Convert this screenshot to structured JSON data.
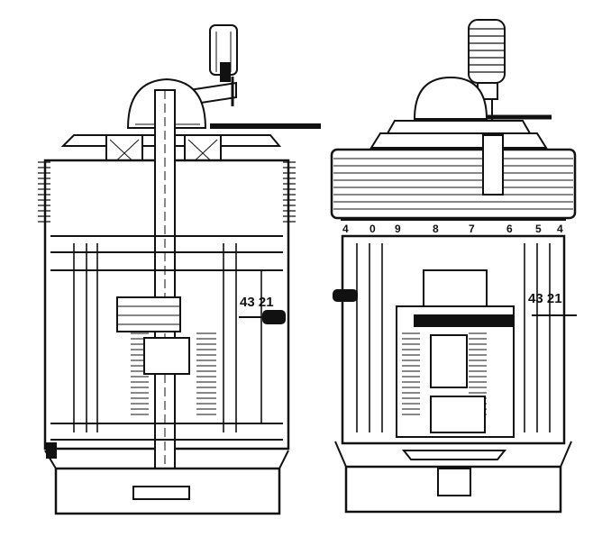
{
  "figure": {
    "left_view": {
      "labels": {
        "part_numbers": "43 21"
      }
    },
    "right_view": {
      "labels": {
        "top_4_left": "4",
        "top_0": "0",
        "top_9": "9",
        "top_8_a": "8",
        "top_7": "7",
        "top_6": "6",
        "top_5": "5",
        "top_4_right": "4",
        "part_numbers": "43 21"
      }
    }
  },
  "colors": {
    "ink": "#111111",
    "paper": "#ffffff"
  }
}
